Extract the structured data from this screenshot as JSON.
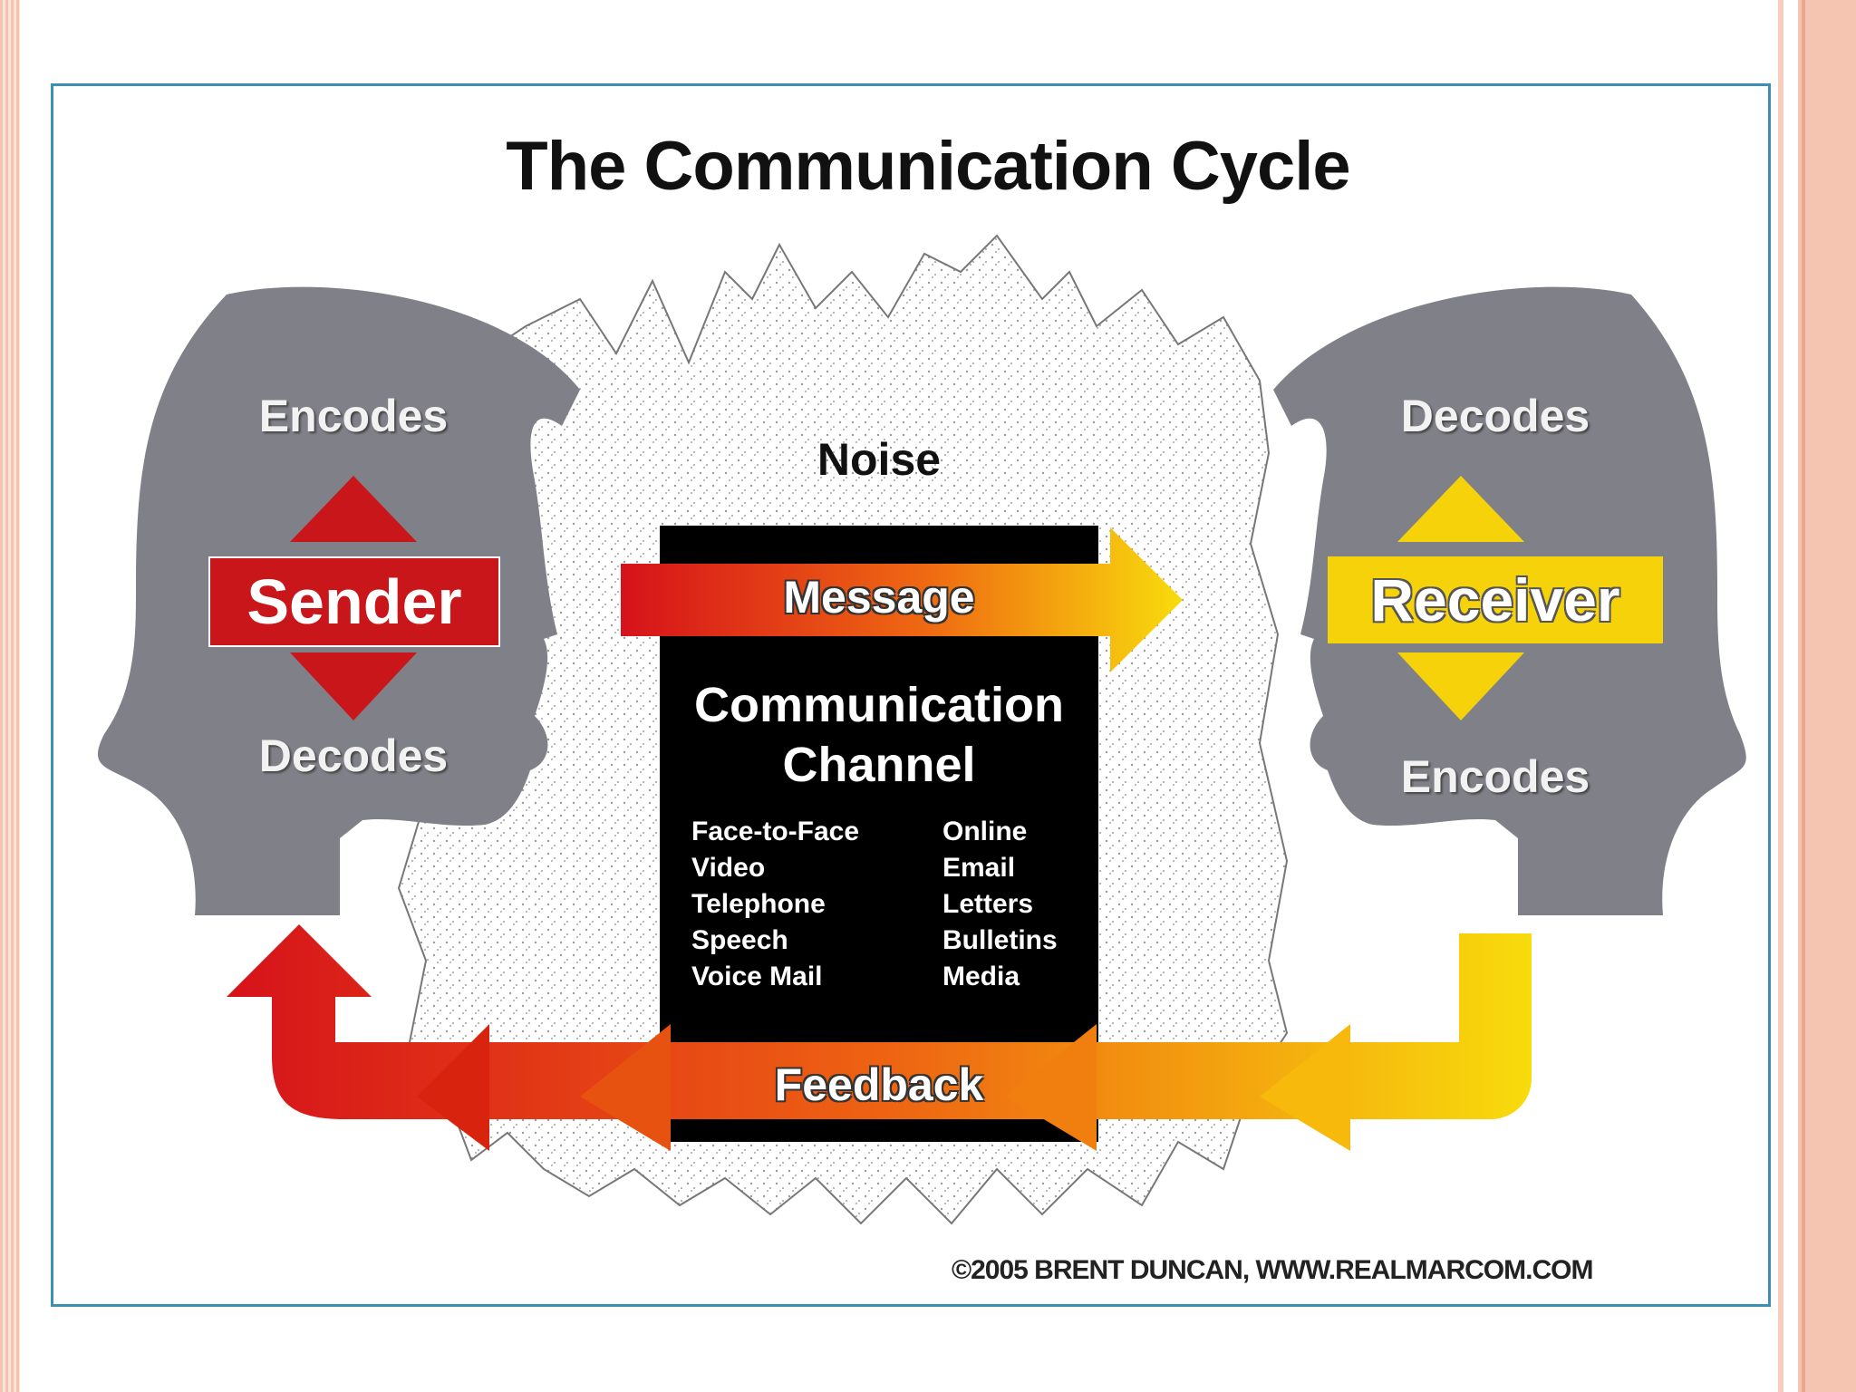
{
  "diagram": {
    "title": "The Communication Cycle",
    "noise_label": "Noise",
    "sender": {
      "role": "Sender",
      "top_label": "Encodes",
      "bottom_label": "Decodes"
    },
    "receiver": {
      "role": "Receiver",
      "top_label": "Decodes",
      "bottom_label": "Encodes"
    },
    "message_label": "Message",
    "feedback_label": "Feedback",
    "channel": {
      "title_line1": "Communication",
      "title_line2": "Channel",
      "left_items": [
        "Face-to-Face",
        "Video",
        "Telephone",
        "Speech",
        "Voice Mail"
      ],
      "right_items": [
        "Online",
        "Email",
        "Letters",
        "Bulletins",
        "Media"
      ]
    },
    "credit": "©2005 BRENT DUNCAN, WWW.REALMARCOM.COM"
  },
  "colors": {
    "head_gray": "#808088",
    "sender_red": "#c8161b",
    "receiver_yellow": "#f5d20a",
    "channel_black": "#000000",
    "frame_blue": "#3b8fb3",
    "slide_border": "#f4c4b0"
  }
}
